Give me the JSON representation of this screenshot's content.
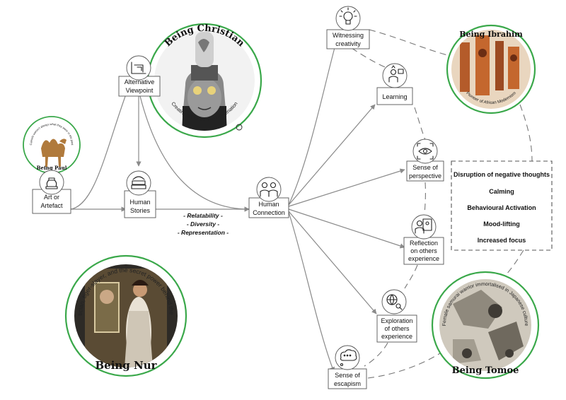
{
  "colors": {
    "accent_green": "#3aa84a",
    "edge_gray": "#8a8a8a",
    "box_border": "#555555"
  },
  "nodes": {
    "art": {
      "label_line1": "Art or",
      "label_line2": "Artefact",
      "icon": "vase-icon"
    },
    "alt": {
      "label_line1": "Alternative",
      "label_line2": "Viewpoint",
      "icon": "perspective-grid-icon"
    },
    "stories": {
      "label_line1": "Human",
      "label_line2": "Stories",
      "icon": "books-icon"
    },
    "connection": {
      "label_line1": "Human",
      "label_line2": "Connection",
      "icon": "two-people-icon"
    },
    "witness": {
      "label_line1": "Witnessing",
      "label_line2": "creativity",
      "icon": "lightbulb-icon"
    },
    "learning": {
      "label_line1": "Learning",
      "icon": "learning-person-icon"
    },
    "perspective": {
      "label_line1": "Sense of",
      "label_line2": "perspective",
      "icon": "eye-icon"
    },
    "reflection": {
      "label_line1": "Reflection",
      "label_line2": "on others",
      "label_line3": "experience",
      "icon": "mirror-person-icon"
    },
    "exploration": {
      "label_line1": "Exploration",
      "label_line2": "of others",
      "label_line3": "experience",
      "icon": "globe-search-icon"
    },
    "escapism": {
      "label_line1": "Sense of",
      "label_line2": "escapism",
      "icon": "thought-cloud-icon"
    }
  },
  "relatability_tags": [
    "- Relatability -",
    "- Diversity -",
    "- Representation -"
  ],
  "outcomes": [
    "Disruption of negative thoughts",
    "Calming",
    "Behavioural Activation",
    "Mood-lifting",
    "Increased focus"
  ],
  "beings": {
    "christian": {
      "title": "Being Christian",
      "subtitle": "Creating art for spiritual repatriation"
    },
    "paul": {
      "title": "Being Paul",
      "subtitle": "Camels weren't always what they were in the past"
    },
    "ibrahim": {
      "title": "Being Ibrahim",
      "subtitle": "Pioneer of African Modernism"
    },
    "nur": {
      "title": "Being Nur",
      "subtitle": "Immigrant, politician, tiger-slayer, and the secret power behind the Mughal throne"
    },
    "tomoe": {
      "title": "Being Tomoe",
      "subtitle": "Female samurai warrior immortalised in Japanese culture"
    }
  }
}
